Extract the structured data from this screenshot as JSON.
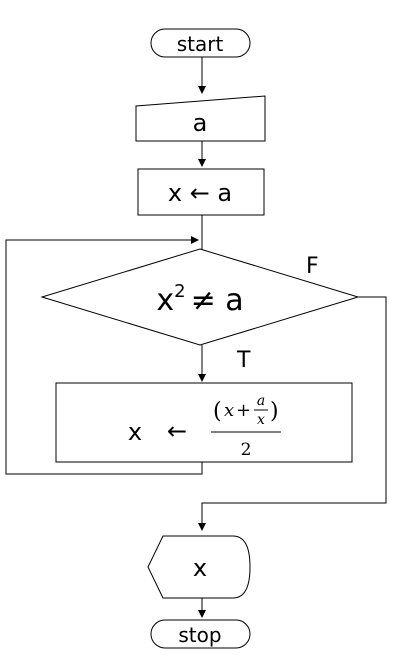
{
  "flowchart": {
    "start": "start",
    "input": "a",
    "init": "x ← a",
    "condition": {
      "base": "x",
      "exp": "2",
      "rel": "≠ a"
    },
    "false_label": "F",
    "true_label": "T",
    "update": {
      "lhs": "x",
      "arrow": "←",
      "num_open": "(",
      "num_x": "x",
      "num_plus": "+",
      "frac_num": "a",
      "frac_den": "x",
      "num_close": ")",
      "den": "2"
    },
    "output": "x",
    "stop": "stop"
  }
}
